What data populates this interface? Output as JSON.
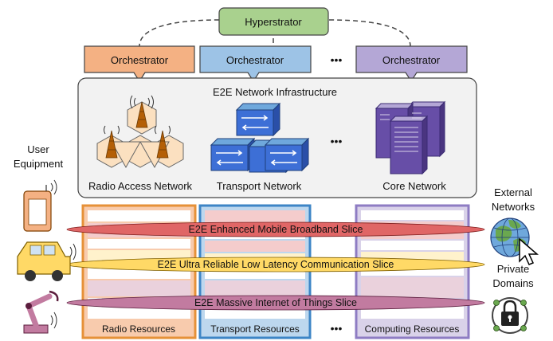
{
  "hyperstrator": {
    "label": "Hyperstrator",
    "color": "#a9d18e"
  },
  "orchestrators": [
    {
      "label": "Orchestrator",
      "color": "#f4b183"
    },
    {
      "label": "Orchestrator",
      "color": "#9dc3e6"
    },
    {
      "label": "Orchestrator",
      "color": "#b4a7d6"
    }
  ],
  "ellipsis": "•••",
  "infrastructure": {
    "title": "E2E Network Infrastructure",
    "radio_access": "Radio Access Network",
    "transport": "Transport Network",
    "core": "Core Network"
  },
  "user_equipment": [
    "User",
    "Equipment"
  ],
  "external_networks": [
    "External",
    "Networks"
  ],
  "private_domains": [
    "Private",
    "Domains"
  ],
  "resources": {
    "radio": "Radio Resources",
    "transport": "Transport Resources",
    "computing": "Computing Resources"
  },
  "slices": [
    {
      "label": "E2E Enhanced Mobile Broadband Slice",
      "color": "#e06666"
    },
    {
      "label": "E2E Ultra Reliable Low Latency Communication Slice",
      "color": "#ffd966"
    },
    {
      "label": "E2E Massive Internet of Things Slice",
      "color": "#c27ba0"
    }
  ]
}
